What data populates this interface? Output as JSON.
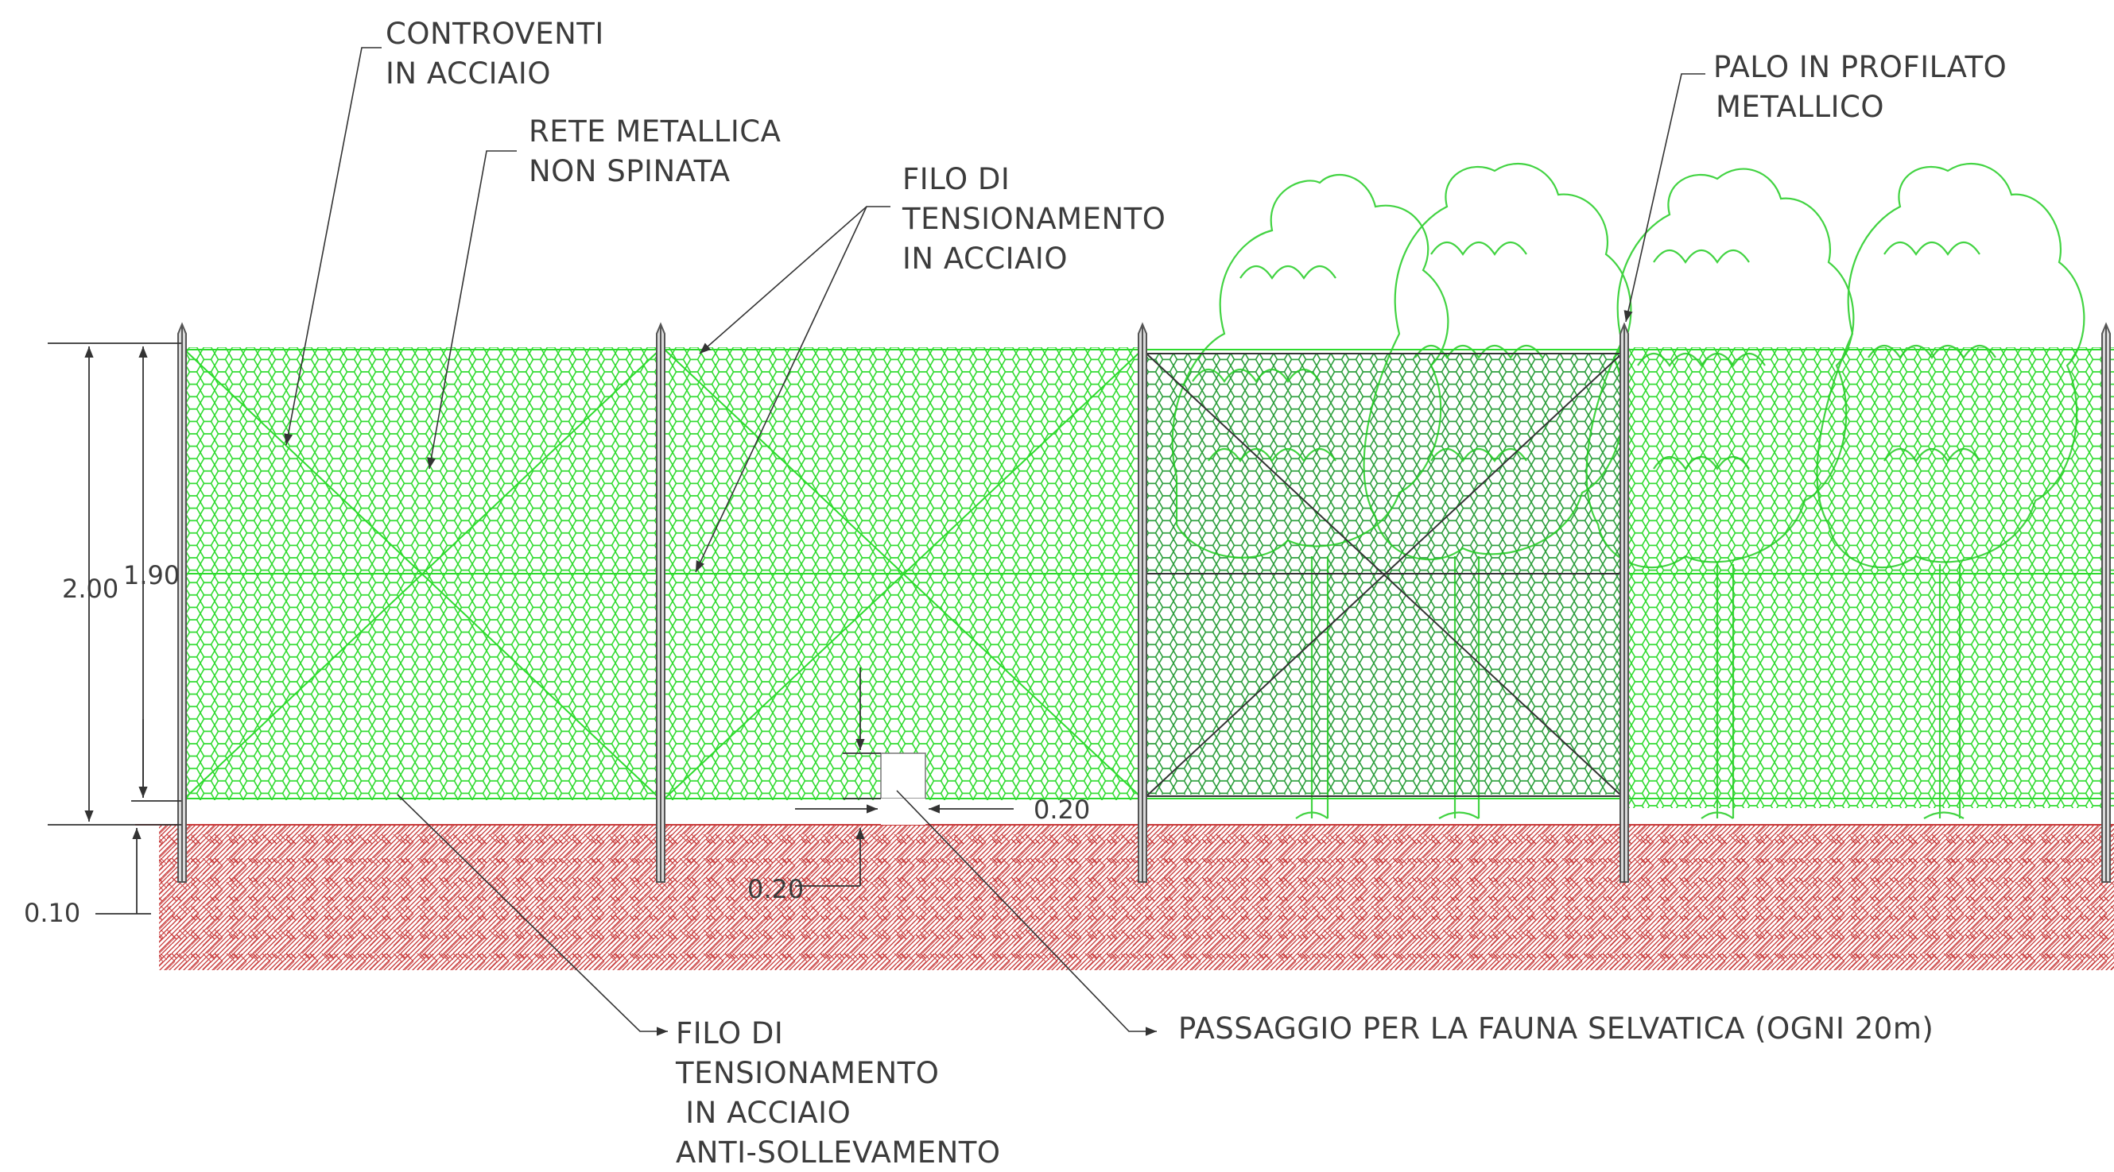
{
  "labels": {
    "controventi": [
      "CONTROVENTI",
      "IN ACCIAIO"
    ],
    "rete": [
      "RETE METALLICA",
      "NON SPINATA"
    ],
    "filo_top": [
      "FILO DI",
      "TENSIONAMENTO",
      "IN ACCIAIO"
    ],
    "palo": [
      "PALO IN PROFILATO",
      "METALLICO"
    ],
    "filo_bottom": [
      "FILO DI",
      "TENSIONAMENTO",
      " IN ACCIAIO",
      "ANTI-SOLLEVAMENTO"
    ],
    "passaggio": "PASSAGGIO PER LA FAUNA SELVATICA (OGNI 20m)"
  },
  "dimensions": {
    "total_height": "2.00",
    "mesh_height": "1.90",
    "ground_gap": "0.10",
    "passage_width": "0.20",
    "passage_height": "0.20"
  },
  "colors": {
    "mesh": "#2edb2e",
    "trees": "#22cc22",
    "ground_hatch": "#c83a3a",
    "post": "#555555",
    "annotation": "#3c3c3c",
    "gate_frame": "#333333"
  }
}
